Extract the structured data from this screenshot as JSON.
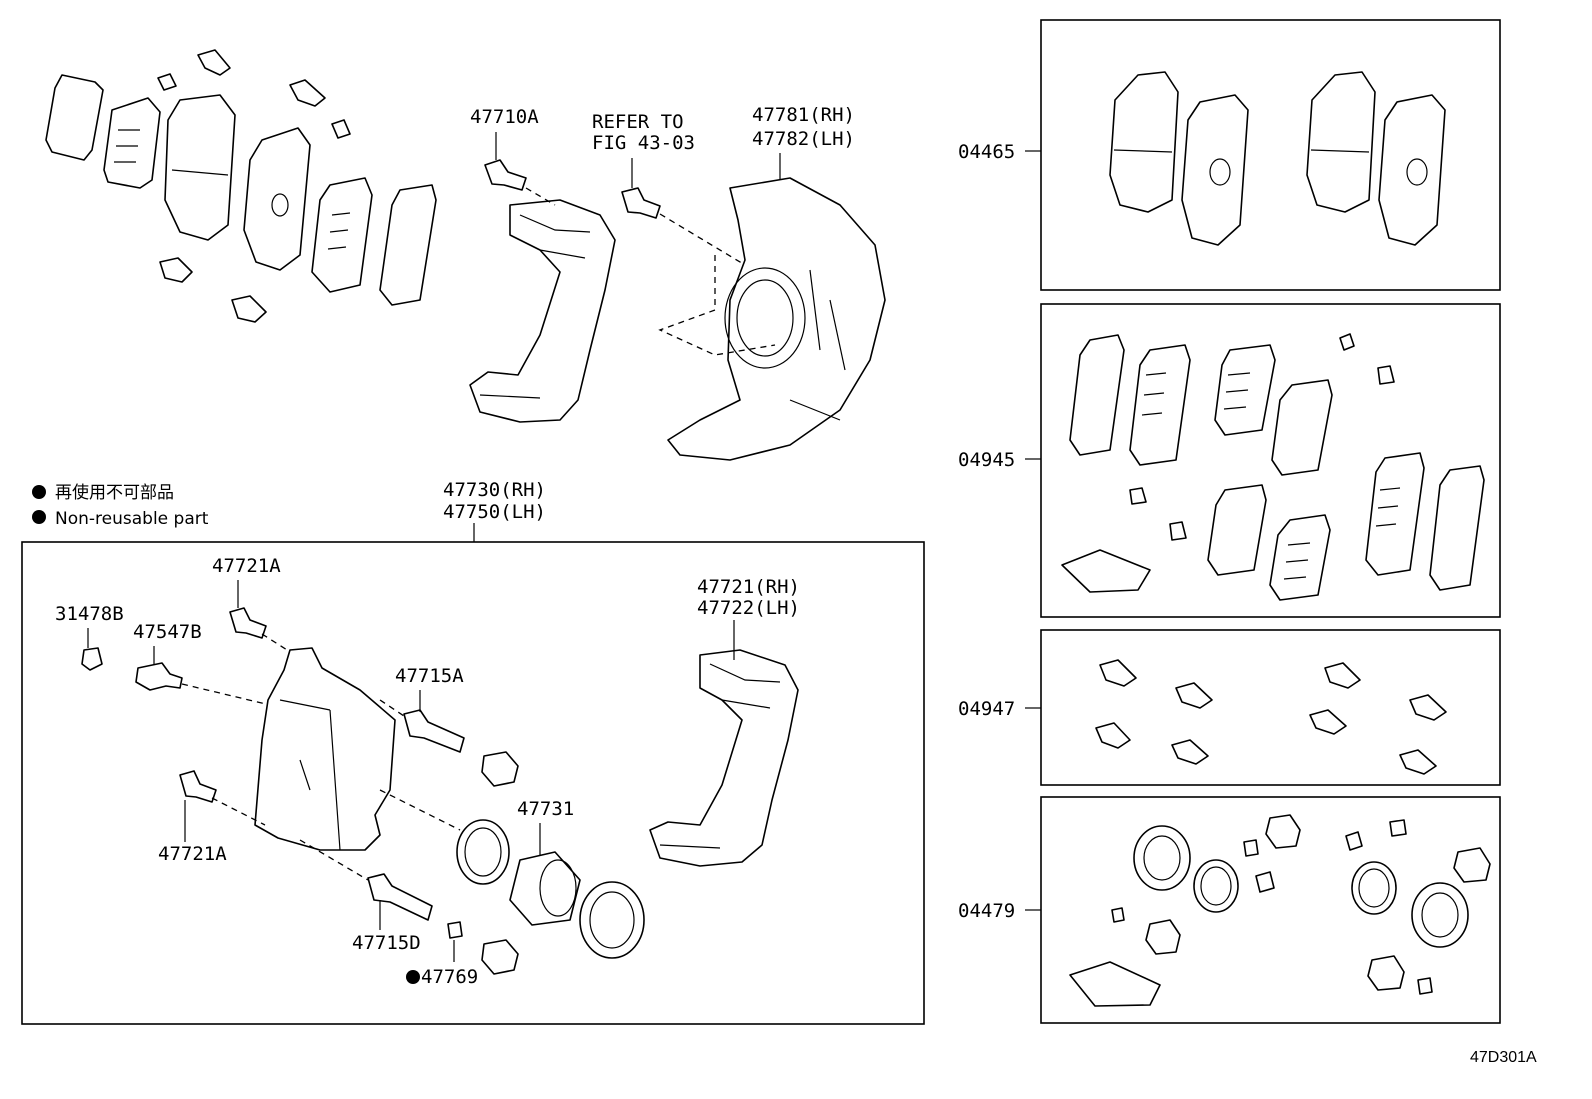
{
  "legend": {
    "line_jp": "再使用不可部品",
    "line_en": "Non-reusable part"
  },
  "labels": {
    "caliper_bracket_bolt": "47710A",
    "refer_line1": "REFER TO",
    "refer_line2": "FIG 43-03",
    "dust_cover_rh": "47781(RH)",
    "dust_cover_lh": "47782(LH)",
    "caliper_assy_rh": "47730(RH)",
    "caliper_assy_lh": "47750(LH)",
    "bleeder_cap": "31478B",
    "bleeder_plug": "47547B",
    "bolt_upper": "47721A",
    "bolt_lower": "47721A",
    "mounting_rh": "47721(RH)",
    "mounting_lh": "47722(LH)",
    "slide_pin_a": "47715A",
    "piston": "47731",
    "slide_pin_d": "47715D",
    "gasket": "47769"
  },
  "kits": [
    {
      "code": "04465"
    },
    {
      "code": "04945"
    },
    {
      "code": "04947"
    },
    {
      "code": "04479"
    }
  ],
  "figure_id": "47D301A",
  "colors": {
    "line": "#000000",
    "background": "#ffffff"
  }
}
